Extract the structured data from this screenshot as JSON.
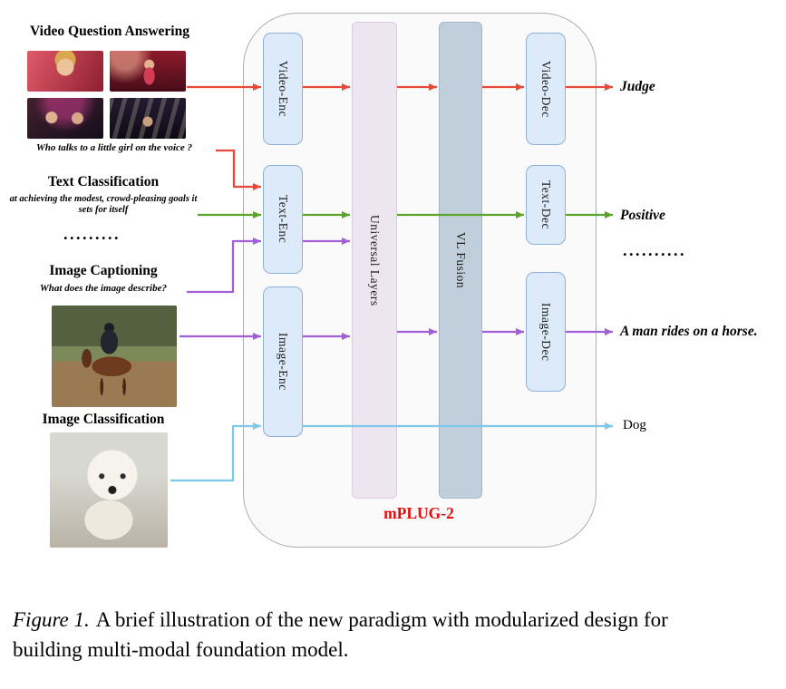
{
  "figure": {
    "model_label": "mPLUG-2",
    "caption_prefix": "Figure 1.",
    "caption_text": "A brief illustration of the new paradigm with modularized design for building multi-modal foundation model."
  },
  "tasks": {
    "video_qa": {
      "title": "Video Question Answering",
      "question": "Who talks to a little girl on the voice ?",
      "output": "Judge"
    },
    "text_classification": {
      "title": "Text Classification",
      "input_text": "at achieving the modest, crowd-pleasing goals it sets for itself",
      "output": "Positive"
    },
    "image_captioning": {
      "title": "Image Captioning",
      "question": "What does the image describe?",
      "output": "A man rides on a horse."
    },
    "image_classification": {
      "title": "Image Classification",
      "output": "Dog"
    },
    "ellipsis_left": ".........",
    "ellipsis_right": ".........."
  },
  "modules": {
    "video_enc": "Video-Enc",
    "text_enc": "Text-Enc",
    "image_enc": "Image-Enc",
    "universal_layers": "Universal Layers",
    "vl_fusion": "VL Fusion",
    "video_dec": "Video-Dec",
    "text_dec": "Text-Dec",
    "image_dec": "Image-Dec"
  },
  "colors": {
    "video_arrow": "#e8493b",
    "text_arrow": "#5aa428",
    "image_arrow": "#a05fd6",
    "classification_arrow": "#7ec8ea",
    "model_label": "#e40c0c",
    "module_fill": "#dceafa",
    "module_border": "#8fb0d6",
    "universal_fill": "#ede6f1",
    "fusion_fill": "#c1cedb"
  },
  "images": {
    "video_thumbnails": "four video frames from a singing TV show",
    "horse_photo": "a man riding a horse",
    "dog_photo": "a white dog"
  }
}
